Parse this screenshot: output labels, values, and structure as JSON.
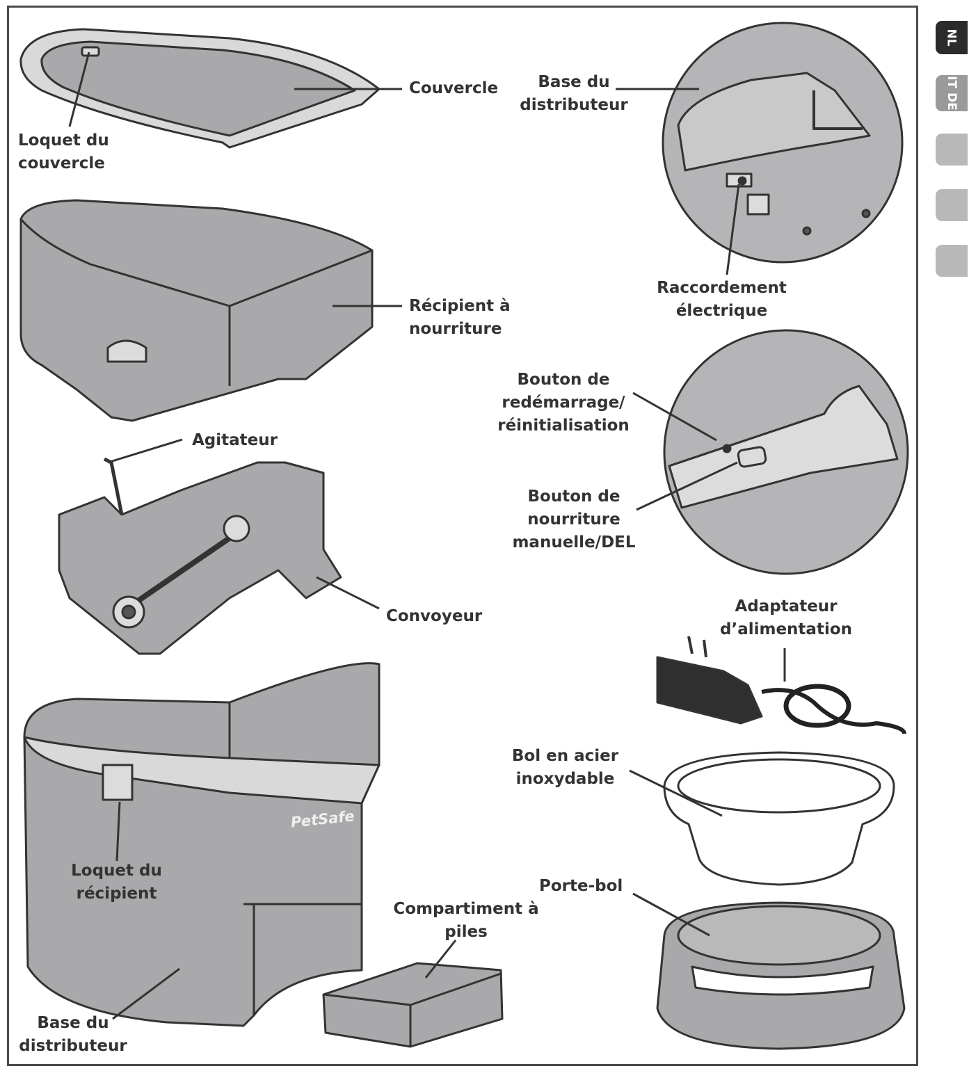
{
  "labels": {
    "couvercle": "Couvercle",
    "loquet_couvercle_l1": "Loquet du",
    "loquet_couvercle_l2": "couvercle",
    "recipient_l1": "Récipient à",
    "recipient_l2": "nourriture",
    "agitateur": "Agitateur",
    "convoyeur": "Convoyeur",
    "loquet_recipient_l1": "Loquet du",
    "loquet_recipient_l2": "récipient",
    "base_bottom_l1": "Base du",
    "base_bottom_l2": "distributeur",
    "compartiment_l1": "Compartiment à",
    "compartiment_l2": "piles",
    "base_top_l1": "Base du",
    "base_top_l2": "distributeur",
    "raccord_l1": "Raccordement",
    "raccord_l2": "électrique",
    "redemarrage_l1": "Bouton de",
    "redemarrage_l2": "redémarrage/",
    "redemarrage_l3": "réinitialisation",
    "manuel_l1": "Bouton de",
    "manuel_l2": "nourriture",
    "manuel_l3": "manuelle/DEL",
    "adaptateur_l1": "Adaptateur",
    "adaptateur_l2": "d’alimentation",
    "bol_l1": "Bol en acier",
    "bol_l2": "inoxydable",
    "portebol": "Porte-bol",
    "brand": "PetSafe"
  },
  "tabs": [
    {
      "label": "NL",
      "color": "#2b2b2b"
    },
    {
      "label": "IT DE",
      "color": "#9a9a9a"
    },
    {
      "label": "",
      "color": "#b8b8b8"
    },
    {
      "label": "",
      "color": "#b8b8b8"
    },
    {
      "label": "",
      "color": "#b8b8b8"
    }
  ],
  "colors": {
    "part_fill": "#a9a9ab",
    "light_fill": "#dcdcdc",
    "outline": "#333333"
  }
}
